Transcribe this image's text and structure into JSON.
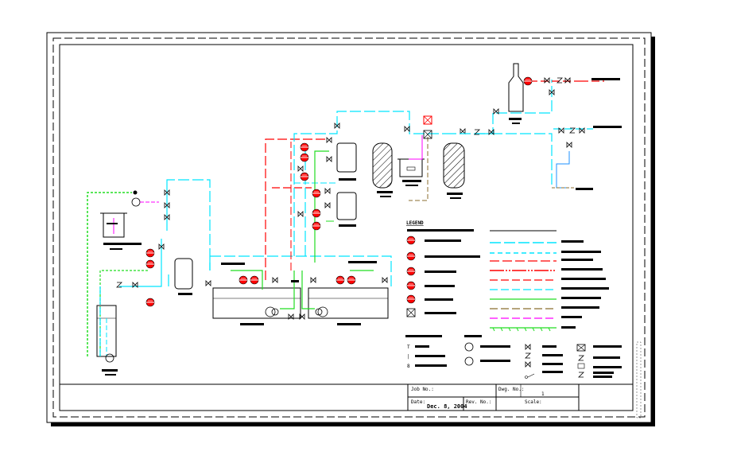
{
  "legend": {
    "title": "LEGEND"
  },
  "title_block": {
    "job_no_label": "Job No.:",
    "dwg_no_label": "Dwg. No.:",
    "sheet_no": "1",
    "date_label": "Date:",
    "date_value": "Dec. 8, 2004",
    "rev_label": "Rev. No.:",
    "scale_label": "Scale:"
  },
  "colors": {
    "background": "#ffffff",
    "line_cyan": "#00e5ff",
    "line_red": "#ff0000",
    "line_green": "#22dd22",
    "line_magenta": "#ff00ff",
    "line_brown": "#8b6d2f",
    "line_blue": "#1e90ff",
    "ink": "#000000"
  }
}
